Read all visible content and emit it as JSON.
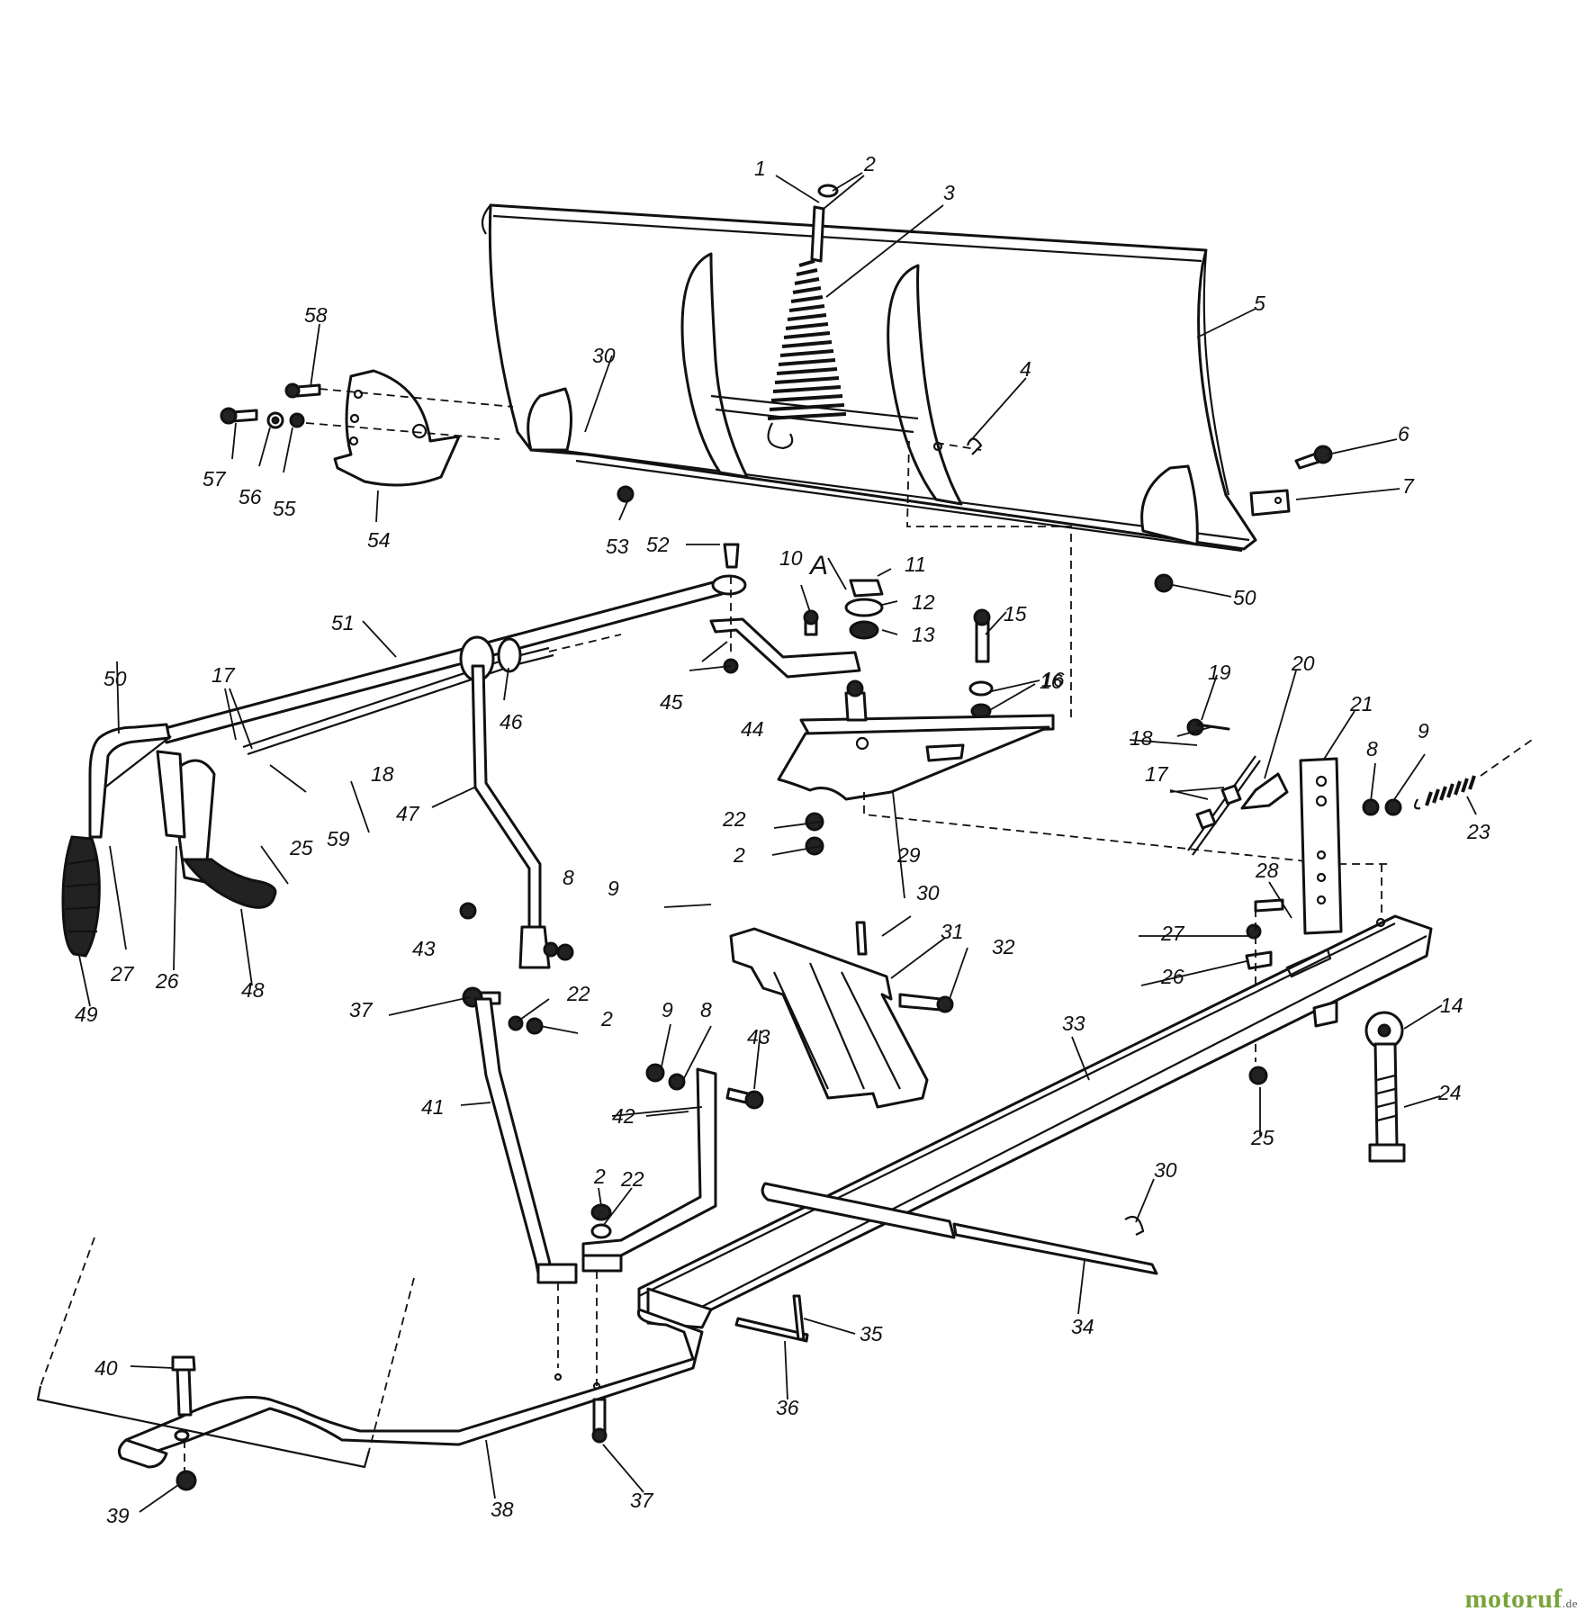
{
  "diagram": {
    "callouts": {
      "c1": "1",
      "c2": "2",
      "c3": "3",
      "c4": "4",
      "c5": "5",
      "c6": "6",
      "c7": "7",
      "c8": "8",
      "c9": "9",
      "c10": "10",
      "c11": "11",
      "c12": "12",
      "c13": "13",
      "c14": "14",
      "c15": "15",
      "c16": "16",
      "c17": "17",
      "c18": "18",
      "c19": "19",
      "c20": "20",
      "c21": "21",
      "c22": "22",
      "c23": "23",
      "c24": "24",
      "c25": "25",
      "c26": "26",
      "c27": "27",
      "c28": "28",
      "c29": "29",
      "c30": "30",
      "c31": "31",
      "c32": "32",
      "c33": "33",
      "c34": "34",
      "c35": "35",
      "c36": "36",
      "c37": "37",
      "c38": "38",
      "c39": "39",
      "c40": "40",
      "c41": "41",
      "c42": "42",
      "c43": "43",
      "c44": "44",
      "c45": "45",
      "c46": "46",
      "c47": "47",
      "c48": "48",
      "c49": "49",
      "c50": "50",
      "c51": "51",
      "c52": "52",
      "c53": "53",
      "c54": "54",
      "c55": "55",
      "c56": "56",
      "c57": "57",
      "c58": "58",
      "c59": "59",
      "detailA": "A"
    }
  },
  "watermark": {
    "brand": "motoruf",
    "tld": ".de"
  }
}
